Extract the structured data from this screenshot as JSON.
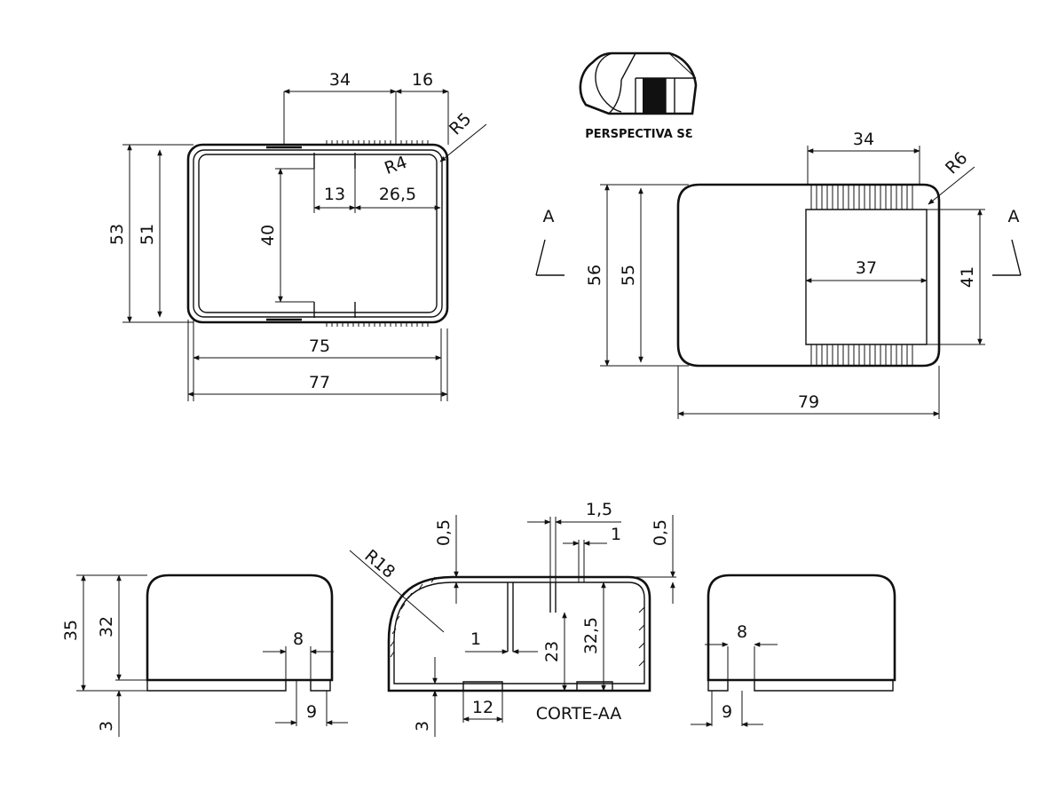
{
  "labels": {
    "top_dims": {
      "d34": "34",
      "d16": "16",
      "r5": "R5",
      "r4": "R4",
      "d13": "13",
      "d26_5": "26,5",
      "d40": "40",
      "d53": "53",
      "d51": "51",
      "d75": "75",
      "d77": "77"
    },
    "perspective": {
      "title": "PERSPECTIVA SƐ"
    },
    "side_dims": {
      "d34": "34",
      "r6": "R6",
      "sec_left": "A",
      "sec_right": "A",
      "d56": "56",
      "d55": "55",
      "d37": "37",
      "d41": "41",
      "d79": "79"
    },
    "front_left": {
      "d35": "35",
      "d32": "32",
      "d8": "8",
      "d3": "3",
      "d9": "9"
    },
    "section": {
      "d0_5_left": "0,5",
      "d1_5": "1,5",
      "d1_top": "1",
      "d0_5_right": "0,5",
      "r18": "R18",
      "d1_mid": "1",
      "d23": "23",
      "d32_5": "32,5",
      "d3": "3",
      "d12": "12",
      "caption": "CORTE-AA"
    },
    "front_right": {
      "d8": "8",
      "d9": "9"
    }
  },
  "colors": {
    "line": "#111111",
    "background": "#ffffff"
  }
}
